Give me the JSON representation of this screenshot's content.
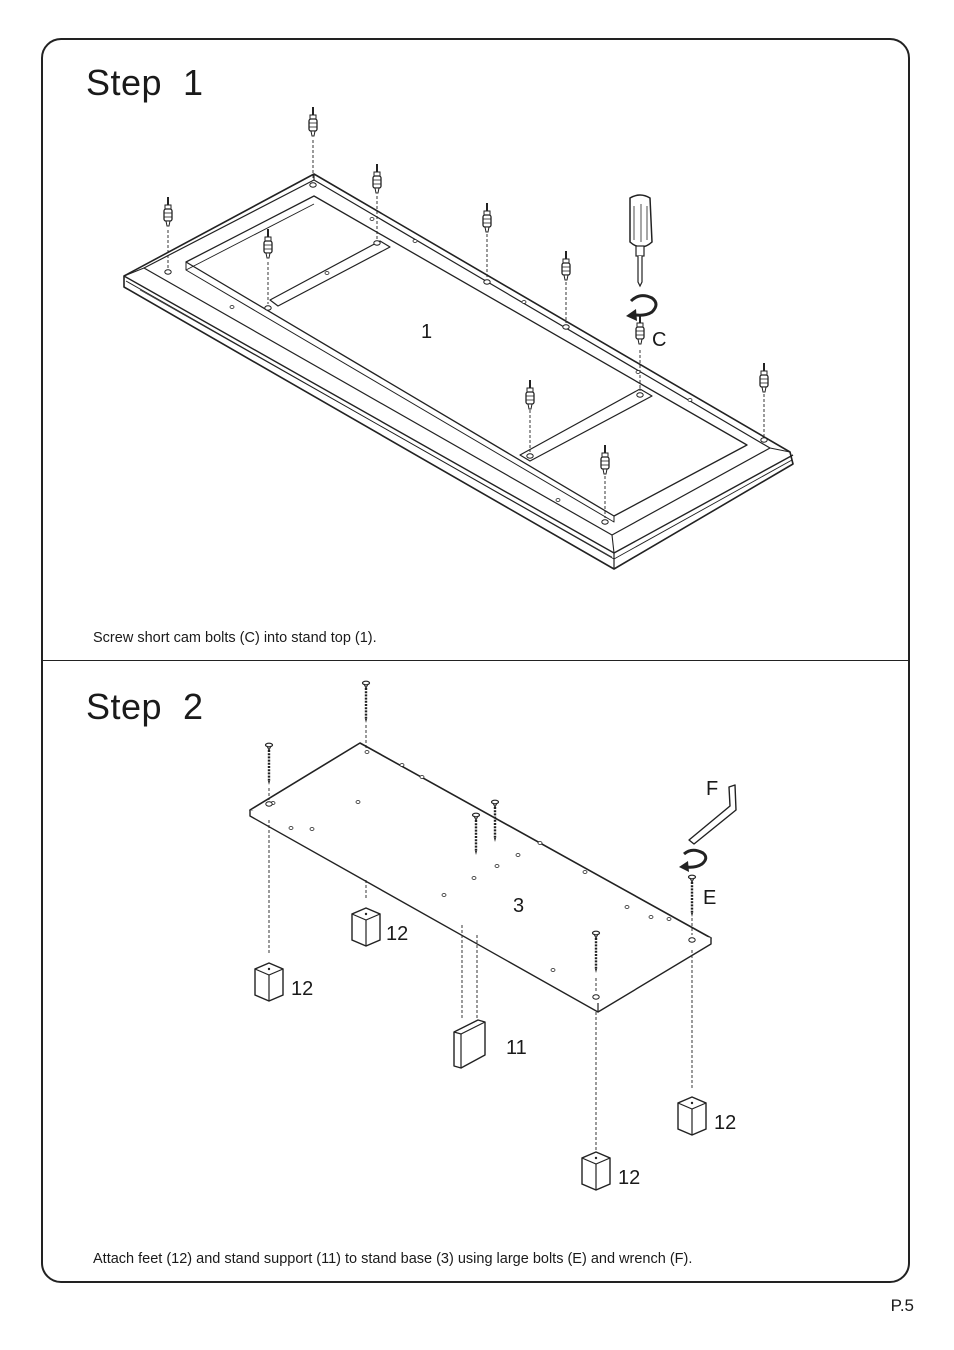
{
  "step1": {
    "title": "Step  1",
    "caption": "Screw short cam bolts (C) into stand top (1).",
    "labels": {
      "part": "1",
      "bolt": "C"
    }
  },
  "step2": {
    "title": "Step  2",
    "caption": "Attach feet (12) and stand support (11) to stand base (3) using large bolts (E) and wrench (F).",
    "labels": {
      "base": "3",
      "wrench": "F",
      "bolt": "E",
      "support": "11",
      "foot_a": "12",
      "foot_b": "12",
      "foot_c": "12",
      "foot_d": "12"
    }
  },
  "page": {
    "number": "P.5"
  }
}
